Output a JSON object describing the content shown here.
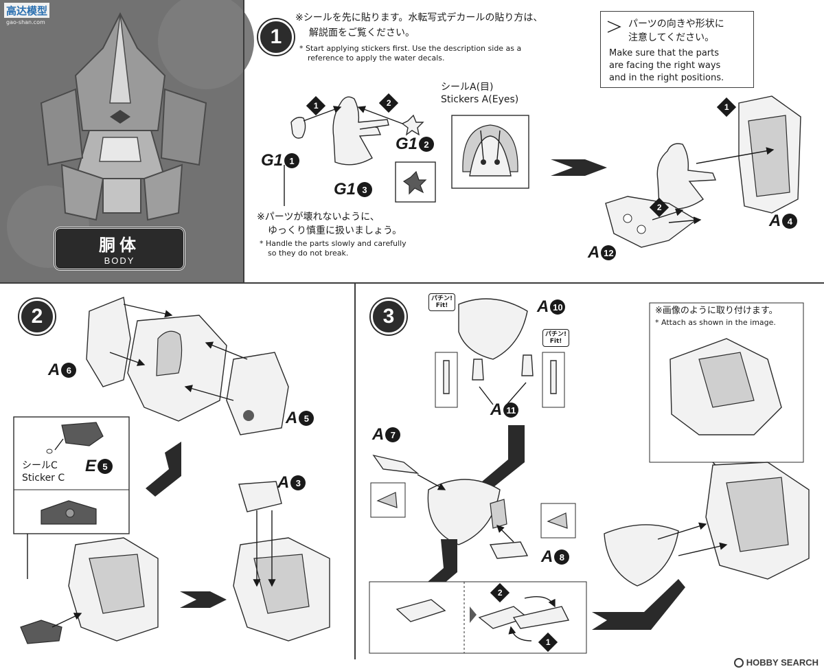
{
  "section": {
    "title_jp": "胴体",
    "title_en": "BODY"
  },
  "watermark": {
    "logo_text": "高达模型",
    "site": "gao-shan.com"
  },
  "credit": {
    "site": "HOBBY SEARCH"
  },
  "step1": {
    "number": "1",
    "note_jp_line1": "※シールを先に貼ります。水転写式デカールの貼り方は、",
    "note_jp_line2": "解説面をご覧ください。",
    "note_en_line1": "* Start applying stickers first. Use the description side as a",
    "note_en_line2": "reference to apply the water decals.",
    "callout_jp_line1": "パーツの向きや形状に",
    "callout_jp_line2": "注意してください。",
    "callout_en_line1": "Make sure that the parts",
    "callout_en_line2": "are facing the right ways",
    "callout_en_line3": "and in the right positions.",
    "sticker_jp": "シールA(目)",
    "sticker_en": "Stickers A(Eyes)",
    "warn_jp_line1": "※パーツが壊れないように、",
    "warn_jp_line2": "ゆっくり慎重に扱いましょう。",
    "warn_en_line1": "* Handle the parts slowly and carefully",
    "warn_en_line2": "so they do not break.",
    "parts": [
      {
        "letter": "G1",
        "num": "1"
      },
      {
        "letter": "G1",
        "num": "2"
      },
      {
        "letter": "G1",
        "num": "3"
      },
      {
        "letter": "A",
        "num": "4"
      },
      {
        "letter": "A",
        "num": "12"
      }
    ],
    "order_marks": [
      "1",
      "2",
      "1",
      "2"
    ]
  },
  "step2": {
    "number": "2",
    "sticker_jp": "シールC",
    "sticker_en": "Sticker C",
    "parts": [
      {
        "letter": "A",
        "num": "6"
      },
      {
        "letter": "A",
        "num": "5"
      },
      {
        "letter": "E",
        "num": "5"
      },
      {
        "letter": "A",
        "num": "3"
      }
    ]
  },
  "step3": {
    "number": "3",
    "note_jp": "※画像のように取り付けます。",
    "note_en": "* Attach as shown in the image.",
    "fit_jp": "パチン!",
    "fit_en": "Fit!",
    "parts": [
      {
        "letter": "A",
        "num": "10"
      },
      {
        "letter": "A",
        "num": "11"
      },
      {
        "letter": "A",
        "num": "7"
      },
      {
        "letter": "A",
        "num": "8"
      }
    ],
    "order_marks": [
      "2",
      "1"
    ]
  }
}
